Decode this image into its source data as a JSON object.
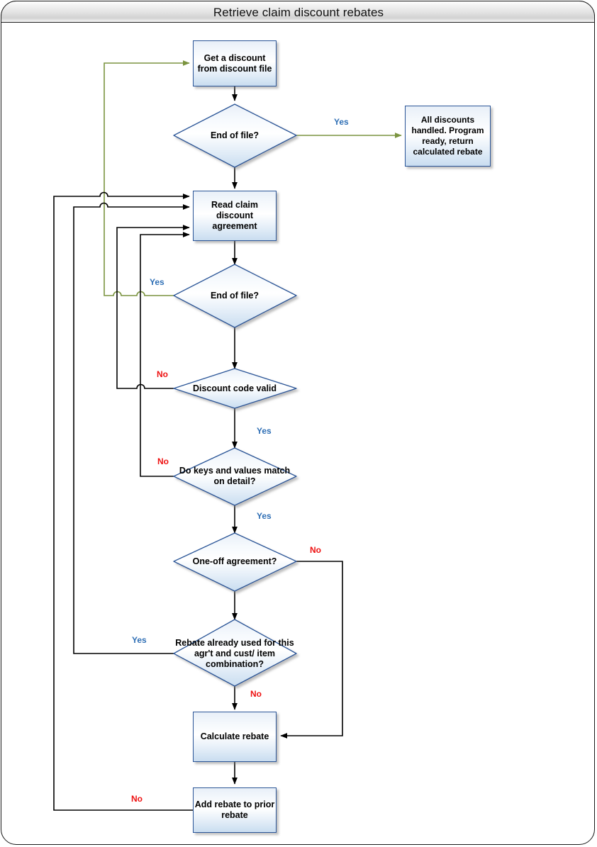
{
  "window": {
    "title": "Retrieve claim discount rebates"
  },
  "colors": {
    "node_border": "#2b5597",
    "node_fill_light": "#ffffff",
    "node_fill_blue": "#c9ddf0",
    "flow_black": "#000000",
    "flow_green": "#7b9440",
    "label_yes": "#2f6fb5",
    "label_no": "#ee1111",
    "frame_border": "#1a1a1a",
    "titlebar_gradient_top": "#ffffff",
    "titlebar_gradient_bottom": "#d2d2d2"
  },
  "chart_data": {
    "type": "diagram",
    "title": "Retrieve claim discount rebates",
    "nodes": [
      {
        "id": "get-discount",
        "shape": "process",
        "label": "Get a discount from discount file"
      },
      {
        "id": "eof-discount",
        "shape": "decision",
        "label": "End of file?"
      },
      {
        "id": "all-handled",
        "shape": "process",
        "label": "All discounts handled. Program ready, return calculated rebate"
      },
      {
        "id": "read-agreement",
        "shape": "process",
        "label": "Read claim discount agreement"
      },
      {
        "id": "eof-agreement",
        "shape": "decision",
        "label": "End of file?"
      },
      {
        "id": "code-valid",
        "shape": "decision",
        "label": "Discount code valid"
      },
      {
        "id": "keys-match",
        "shape": "decision",
        "label": "Do keys and values match on detail?"
      },
      {
        "id": "one-off",
        "shape": "decision",
        "label": "One-off agreement?"
      },
      {
        "id": "rebate-used",
        "shape": "decision",
        "label": "Rebate already used for this agr't and cust/ item combination?"
      },
      {
        "id": "calculate-rebate",
        "shape": "process",
        "label": "Calculate rebate"
      },
      {
        "id": "add-rebate",
        "shape": "process",
        "label": "Add rebate to prior rebate"
      }
    ],
    "edges": [
      {
        "from": "get-discount",
        "to": "eof-discount",
        "label": "",
        "color": "black"
      },
      {
        "from": "eof-discount",
        "to": "all-handled",
        "label": "Yes",
        "color": "green"
      },
      {
        "from": "eof-discount",
        "to": "read-agreement",
        "label": "",
        "color": "black"
      },
      {
        "from": "read-agreement",
        "to": "eof-agreement",
        "label": "",
        "color": "black"
      },
      {
        "from": "eof-agreement",
        "to": "get-discount",
        "label": "Yes",
        "color": "green"
      },
      {
        "from": "eof-agreement",
        "to": "code-valid",
        "label": "",
        "color": "black"
      },
      {
        "from": "code-valid",
        "to": "read-agreement",
        "label": "No",
        "color": "black"
      },
      {
        "from": "code-valid",
        "to": "keys-match",
        "label": "Yes",
        "color": "black"
      },
      {
        "from": "keys-match",
        "to": "read-agreement",
        "label": "No",
        "color": "black"
      },
      {
        "from": "keys-match",
        "to": "one-off",
        "label": "Yes",
        "color": "black"
      },
      {
        "from": "one-off",
        "to": "calculate-rebate",
        "label": "No",
        "color": "black"
      },
      {
        "from": "one-off",
        "to": "rebate-used",
        "label": "",
        "color": "black"
      },
      {
        "from": "rebate-used",
        "to": "read-agreement",
        "label": "Yes",
        "color": "black"
      },
      {
        "from": "rebate-used",
        "to": "calculate-rebate",
        "label": "No",
        "color": "black"
      },
      {
        "from": "calculate-rebate",
        "to": "add-rebate",
        "label": "",
        "color": "black"
      },
      {
        "from": "add-rebate",
        "to": "read-agreement",
        "label": "No",
        "color": "black"
      }
    ]
  },
  "nodes": {
    "get_discount": "Get a discount from discount file",
    "eof_discount": "End of file?",
    "all_handled": "All discounts handled. Program ready, return calculated rebate",
    "read_agreement": "Read claim discount agreement",
    "eof_agreement": "End of file?",
    "code_valid": "Discount code valid",
    "keys_match": "Do keys and values match on detail?",
    "one_off": "One-off agreement?",
    "rebate_used": "Rebate already used for this agr't and cust/ item combination?",
    "calculate_rebate": "Calculate rebate",
    "add_rebate": "Add rebate to prior rebate"
  },
  "edge_labels": {
    "eof_discount_yes": "Yes",
    "eof_agreement_yes": "Yes",
    "code_valid_no": "No",
    "code_valid_yes": "Yes",
    "keys_match_no": "No",
    "keys_match_yes": "Yes",
    "one_off_no": "No",
    "rebate_used_yes": "Yes",
    "rebate_used_no": "No",
    "add_rebate_no": "No"
  }
}
